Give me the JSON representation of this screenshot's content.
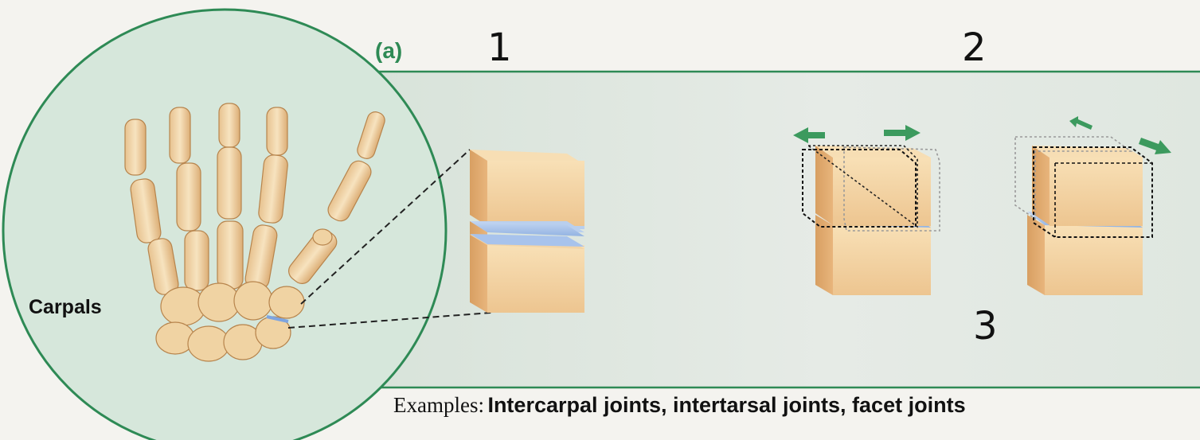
{
  "figure": {
    "part_label": "(a)",
    "handwritten_numbers": [
      "1",
      "2",
      "3"
    ],
    "structure_label": "Carpals",
    "caption": {
      "lead": "Examples:",
      "bold": "Intercarpal joints, intertarsal joints, facet joints"
    }
  },
  "colors": {
    "accent_green": "#2e8a55",
    "panel": "#dde6df",
    "circle_fill": "#d7e8dc",
    "bone_light": "#f6dcb0",
    "bone_mid": "#eec895",
    "bone_dark": "#d39f63",
    "cartilage": "#a9c4ea"
  }
}
